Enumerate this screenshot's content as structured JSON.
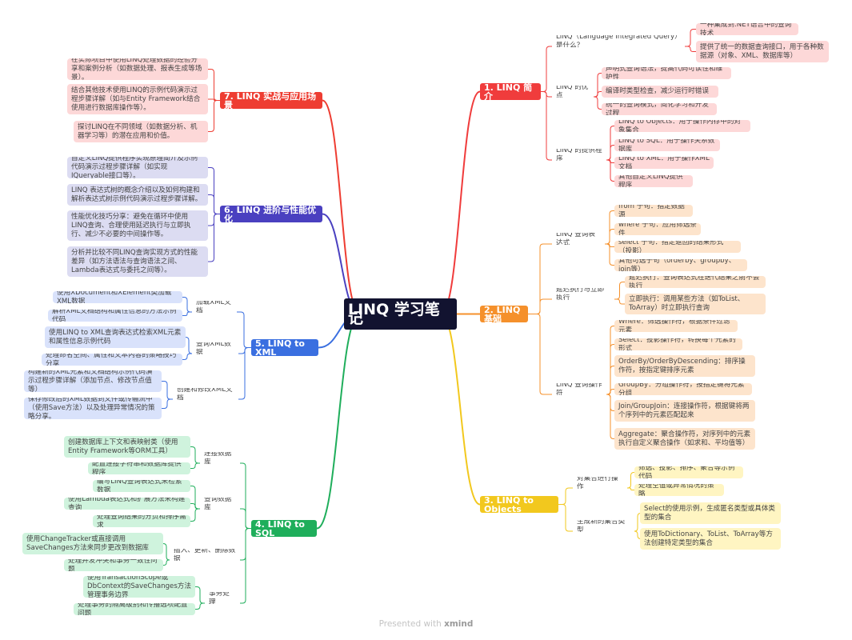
{
  "root": "LINQ 学习笔记",
  "footer": {
    "prefix": "Presented with",
    "brand": "xmind"
  },
  "branches": [
    {
      "id": "b1",
      "label": "1. LINQ 简介",
      "color": "#f03c3c",
      "subs": [
        {
          "label": "LINQ（Language Integrated Query）是什么？",
          "leaves": [
            "一种集成到.NET语言中的查询技术",
            "提供了统一的数据查询接口，用于各种数据源（对象、XML、数据库等）"
          ]
        },
        {
          "label": "LINQ 的优点",
          "leaves": [
            "声明式查询语法，提高代码可读性和维护性",
            "编译时类型检查，减少运行时错误",
            "统一的查询模式，简化学习和开发过程"
          ]
        },
        {
          "label": "LINQ 的提供程序",
          "leaves": [
            "LINQ to Objects：用于操作内存中的对象集合",
            "LINQ to SQL：用于操作关系数据库",
            "LINQ to XML：用于操作XML文档",
            "其他自定义LINQ提供程序"
          ]
        }
      ]
    },
    {
      "id": "b2",
      "label": "2. LINQ 基础",
      "color": "#f5902b",
      "subs": [
        {
          "label": "LINQ 查询表达式",
          "leaves": [
            "from 子句：指定数据源",
            "where 子句：应用筛选条件",
            "select 子句：指定返回的结果形式（投影）",
            "其他可选子句（orderby、groupby、join等）"
          ]
        },
        {
          "label": "延迟执行与立即执行",
          "leaves": [
            "延迟执行：查询表达式在迭代结果之前不会执行",
            "立即执行：调用某些方法（如ToList、ToArray）时立即执行查询"
          ]
        },
        {
          "label": "LINQ 查询操作符",
          "leaves": [
            "Where：筛选操作符，根据条件过滤元素",
            "Select：投影操作符，转换每个元素的形式",
            "OrderBy/OrderByDescending：排序操作符，按指定键排序元素",
            "GroupBy：分组操作符，按指定键将元素分组",
            "Join/GroupJoin：连接操作符，根据键将两个序列中的元素匹配起来",
            "Aggregate：聚合操作符，对序列中的元素执行自定义聚合操作（如求和、平均值等）"
          ]
        }
      ]
    },
    {
      "id": "b3",
      "label": "3. LINQ to Objects",
      "color": "#f2c81e",
      "subs": [
        {
          "label": "对集合进行操作",
          "leaves": [
            "筛选、投影、排序、聚合等示例代码",
            "处理空值或异常情况的策略"
          ]
        },
        {
          "label": "生成新的集合类型",
          "leaves": [
            "Select的使用示例，生成匿名类型或具体类型的集合",
            "使用ToDictionary、ToList、ToArray等方法创建特定类型的集合"
          ]
        }
      ]
    },
    {
      "id": "b4",
      "label": "4. LINQ to SQL",
      "color": "#1fae5b",
      "subs": [
        {
          "label": "连接数据库",
          "leaves": [
            "创建数据库上下文和表映射类（使用Entity Framework等ORM工具）",
            "配置连接字符串和数据库提供程序"
          ]
        },
        {
          "label": "查询数据库",
          "leaves": [
            "编写LINQ查询表达式来检索数据",
            "使用Lambda表达式和扩展方法来构建查询",
            "处理查询结果的分页和排序需求"
          ]
        },
        {
          "label": "插入、更新、删除数据",
          "leaves": [
            "使用ChangeTracker或直接调用SaveChanges方法来同步更改到数据库",
            "处理并发冲突和事务一致性问题"
          ]
        },
        {
          "label": "事务处理",
          "leaves": [
            "使用TransactionScope或DbContext的SaveChanges方法管理事务边界",
            "处理事务的隔离级别和传播选项配置问题"
          ]
        }
      ]
    },
    {
      "id": "b5",
      "label": "5. LINQ to XML",
      "color": "#3a6fe0",
      "subs": [
        {
          "label": "加载XML文档",
          "leaves": [
            "使用XDocument和XElement类加载XML数据",
            "解析XML文档结构和属性信息的方法示例代码"
          ]
        },
        {
          "label": "查询XML数据",
          "leaves": [
            "使用LINQ to XML查询表达式检索XML元素和属性信息示例代码",
            "处理命名空间、属性和文本内容的策略技巧分享"
          ]
        },
        {
          "label": "创建和修改XML文档",
          "leaves": [
            "构建新的XML元素和文档结构示例代码演示过程步骤详解（添加节点、修改节点值等）",
            "保存修改后的XML数据到文件或传输流中（使用Save方法）以及处理异常情况的策略分享。"
          ]
        }
      ]
    },
    {
      "id": "b6",
      "label": "6. LINQ 进阶与性能优化",
      "color": "#4a40c0",
      "subs": [
        {
          "label": "",
          "leaves": [
            "自定义LINQ提供程序实现原理简介及示例代码演示过程步骤详解（如实现IQueryable接口等）。",
            "LINQ 表达式树的概念介绍以及如何构建和解析表达式树示例代码演示过程步骤详解。",
            "性能优化技巧分享：避免在循环中使用LINQ查询、合理使用延迟执行与立即执行、减少不必要的中间操作等。",
            "分析并比较不同LINQ查询实现方式的性能差异（如方法语法与查询语法之间、Lambda表达式与委托之间等）。"
          ]
        }
      ]
    },
    {
      "id": "b7",
      "label": "7. LINQ 实战与应用场景",
      "color": "#ee3d32",
      "subs": [
        {
          "label": "",
          "leaves": [
            "在实际项目中使用LINQ处理数据的经验分享和案例分析（如数据处理、报表生成等场景）。",
            "结合其他技术使用LINQ的示例代码演示过程步骤详解（如与Entity Framework结合使用进行数据库操作等）。",
            "探讨LINQ在不同领域（如数据分析、机器学习等）的潜在应用和价值。"
          ]
        }
      ]
    }
  ]
}
